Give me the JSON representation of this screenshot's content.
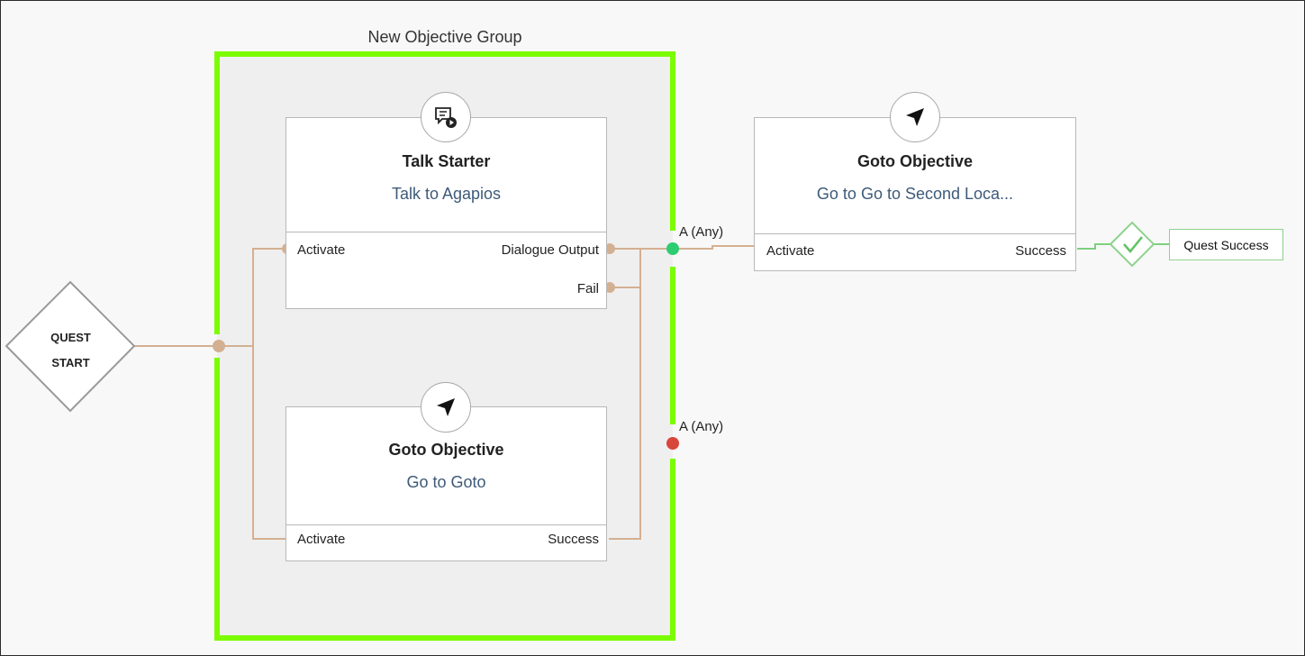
{
  "group": {
    "title": "New Objective Group"
  },
  "quest_start": {
    "line1": "QUEST",
    "line2": "START"
  },
  "nodes": {
    "talk_starter": {
      "icon": "dialogue-play-icon",
      "title": "Talk Starter",
      "subtitle": "Talk to Agapios",
      "input_port": "Activate",
      "output_ports": [
        "Dialogue Output",
        "Fail"
      ]
    },
    "goto_inner": {
      "icon": "navigation-arrow-icon",
      "title": "Goto Objective",
      "subtitle": "Go to Goto",
      "input_port": "Activate",
      "output_port": "Success"
    },
    "goto_outer": {
      "icon": "navigation-arrow-icon",
      "title": "Goto Objective",
      "subtitle": "Go to Go to Second Loca...",
      "input_port": "Activate",
      "output_port": "Success"
    }
  },
  "group_outputs": [
    {
      "label": "A (Any)",
      "status": "success",
      "color": "#2ecc71"
    },
    {
      "label": "A (Any)",
      "status": "fail",
      "color": "#d9463b"
    }
  ],
  "quest_success": {
    "label": "Quest Success"
  },
  "colors": {
    "group_border": "#7cfc00",
    "wire": "#d4b092",
    "success_wire": "#7dd07d",
    "port_dot": "#d4b092"
  }
}
